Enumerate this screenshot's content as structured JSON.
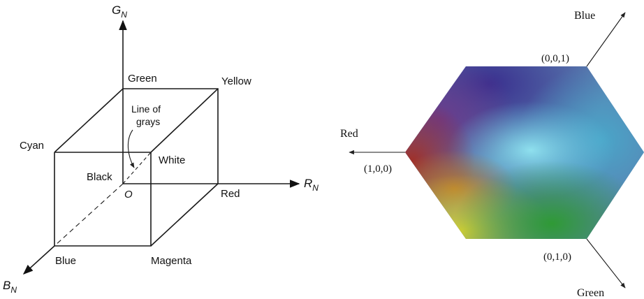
{
  "left_cube": {
    "axes": {
      "g": {
        "main": "G",
        "sub": "N"
      },
      "r": {
        "main": "R",
        "sub": "N"
      },
      "b": {
        "main": "B",
        "sub": "N"
      }
    },
    "vertices": {
      "green": "Green",
      "yellow": "Yellow",
      "cyan": "Cyan",
      "white": "White",
      "black": "Black",
      "origin": "O",
      "red": "Red",
      "blue": "Blue",
      "magenta": "Magenta"
    },
    "gray_line_label": [
      "Line of",
      "grays"
    ]
  },
  "right_hexagon": {
    "axes": {
      "blue": "Blue",
      "red": "Red",
      "green": "Green"
    },
    "points": {
      "blue": "(0,0,1)",
      "red": "(1,0,0)",
      "green": "(0,1,0)"
    },
    "colors": {
      "blue_corner": "#3b3a8f",
      "cyan_region": "#5fc8e0",
      "red_corner": "#8a2a2a",
      "yellow_corner": "#c8c02a",
      "green_corner": "#3a9a3a"
    }
  }
}
